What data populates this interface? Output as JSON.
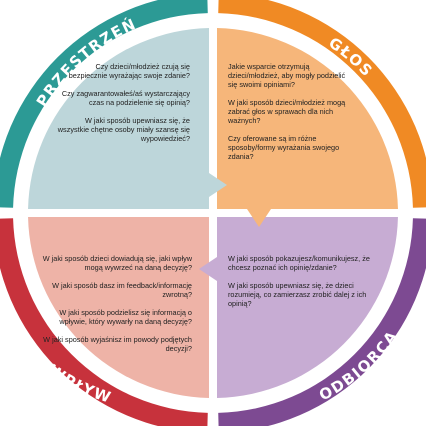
{
  "colors": {
    "przestrzen": "#2c9a95",
    "przestrzen_light": "#bdd6da",
    "glos": "#f08a24",
    "glos_light": "#f6b67a",
    "odbiorca": "#7d4a92",
    "odbiorca_light": "#c7acd3",
    "wplyw": "#c7323c",
    "wplyw_light": "#eeb3a7",
    "gap": "#ffffff"
  },
  "sections": {
    "przestrzen": {
      "label": "PRZESTRZEŃ",
      "questions": [
        "Czy dzieci/młodzież czują się bezpiecznie wyrażając swoje zdanie?",
        "Czy zagwarantowałeś/aś wystarczający czas na podzielenie się opinią?",
        "W jaki sposób upewniasz się, że wszystkie chętne osoby miały szansę się wypowiedzieć?"
      ]
    },
    "glos": {
      "label": "GŁOS",
      "questions": [
        "Jakie wsparcie otrzymują dzieci/młodzież, aby mogły podzielić się swoimi opiniami?",
        "W jaki sposób dzieci/młodzież mogą zabrać głos w sprawach dla nich ważnych?",
        "Czy oferowane są im różne sposoby/formy wyrażania swojego zdania?"
      ]
    },
    "odbiorca": {
      "label": "ODBIORCA",
      "questions": [
        "W jaki sposób pokazujesz/komunikujesz, że chcesz poznać ich opinię/zdanie?",
        "W jaki sposób upewniasz się, że dzieci rozumieją, co zamierzasz zrobić dalej z ich opinią?"
      ]
    },
    "wplyw": {
      "label": "WPŁYW",
      "questions": [
        "W jaki sposób dzieci dowiadują się, jaki wpływ mogą wywrzeć na daną decyzję?",
        "W jaki sposób dasz im feedback/informację zwrotną?",
        "W jaki sposób podzielisz się informacją o wpływie, który wywarły na daną decyzję?",
        "W jaki sposób wyjaśnisz im powody podjętych decyzji?"
      ]
    }
  }
}
